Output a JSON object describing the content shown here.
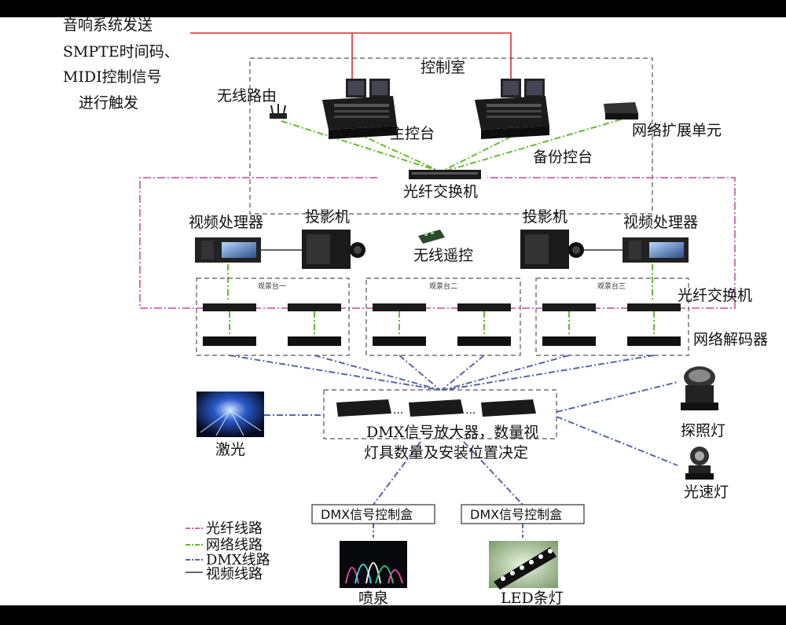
{
  "texts": {
    "trigger_line1": "音响系统发送",
    "trigger_line2": "SMPTE时间码、",
    "trigger_line3": "MIDI控制信号",
    "trigger_line4": "进行触发",
    "control_room": "控制室",
    "wireless_router": "无线路由",
    "main_console": "主控台",
    "backup_console": "备份控台",
    "network_expansion": "网络扩展单元",
    "fiber_switch_top": "光纤交换机",
    "video_processor_left": "视频处理器",
    "projector_left": "投影机",
    "wireless_remote": "无线遥控",
    "projector_right": "投影机",
    "video_processor_right": "视频处理器",
    "stage1": "观景台一",
    "stage2": "观景台二",
    "stage3": "观景台三",
    "fiber_switch_right": "光纤交换机",
    "network_decoder": "网络解码器",
    "laser": "激光",
    "dmx_amp_line1": "DMX信号放大器，数量视",
    "dmx_amp_line2": "灯具数量及安装位置决定",
    "dmx_amp_dots1": "...",
    "dmx_amp_dots2": "...",
    "searchlight": "探照灯",
    "beam_light": "光速灯",
    "dmx_box_left": "DMX信号控制盒",
    "dmx_box_right": "DMX信号控制盒",
    "fountain": "喷泉",
    "led_strip": "LED条灯"
  },
  "legend": [
    {
      "label": "光纤线路",
      "color": "#cc66aa"
    },
    {
      "label": "网络线路",
      "color": "#66bb33"
    },
    {
      "label": "DMX线路",
      "color": "#5566aa"
    },
    {
      "label": "视频线路",
      "color": "#333333"
    }
  ]
}
